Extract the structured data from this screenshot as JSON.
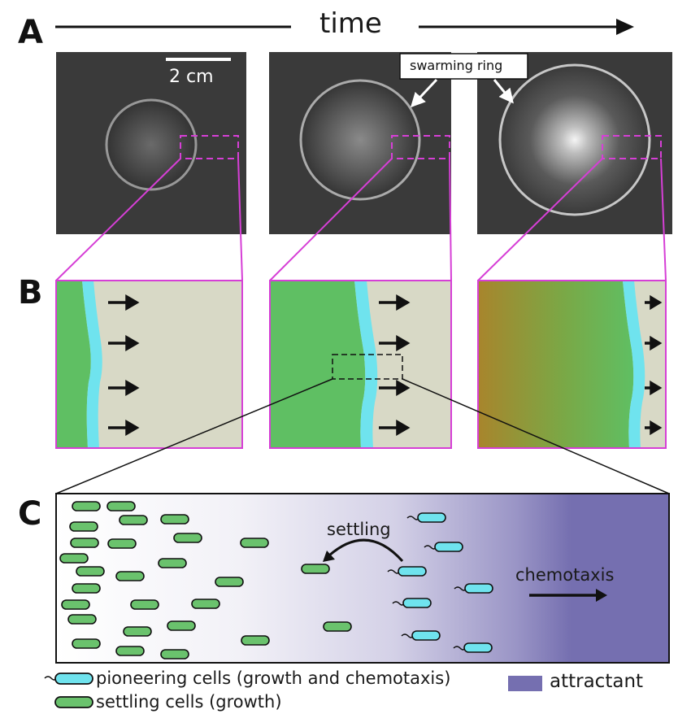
{
  "panels": {
    "a": "A",
    "b": "B",
    "c": "C"
  },
  "header": {
    "time_label": "time"
  },
  "photos": {
    "scale_bar_label": "2 cm",
    "callout_label": "swarming ring"
  },
  "schematic": {
    "settling_label": "settling",
    "chemotaxis_label": "chemotaxis"
  },
  "legend": {
    "pioneering_label": "pioneering cells (growth and chemotaxis)",
    "settling_label": "settling cells (growth)",
    "attractant_label": "attractant"
  },
  "colors": {
    "pioneering_cell": "#6fe3ee",
    "settling_cell": "#6ac26d",
    "attractant": "#756fb0",
    "zoom_frame": "#d63fd6",
    "agar_background": "#d8d9c6"
  }
}
